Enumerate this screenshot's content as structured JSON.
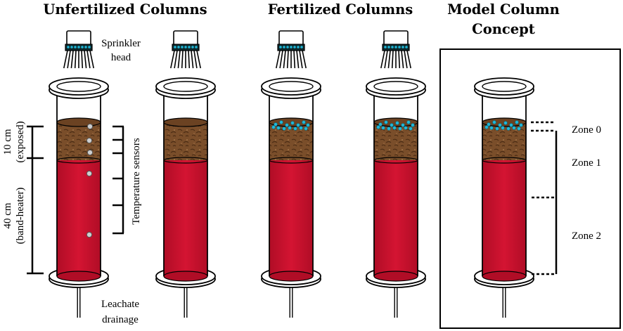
{
  "titles": {
    "unfertilized": "Unfertilized Columns",
    "fertilized": "Fertilized Columns",
    "model_line1": "Model Column",
    "model_line2": "Concept"
  },
  "labels": {
    "sprinkler_line1": "Sprinkler",
    "sprinkler_line2": "head",
    "temperature_sensors": "Temperature sensors",
    "exposed_depth": "10 cm",
    "exposed_note": "(exposed)",
    "heater_depth": "40 cm",
    "heater_note": "(band-heater)",
    "leachate_line1": "Leachate",
    "leachate_line2": "drainage"
  },
  "zones": [
    "Zone 0",
    "Zone 1",
    "Zone 2"
  ],
  "colors": {
    "soil_column": "#c8102e",
    "soil_top": "#7a4e2a",
    "fertilizer": "#1fb7d8",
    "sensor": "#cfcfcf",
    "outline": "#000000"
  },
  "icons": {
    "sprinkler": "sprinkler-head-icon",
    "column": "soil-column-icon",
    "sensor": "temperature-sensor-icon"
  }
}
